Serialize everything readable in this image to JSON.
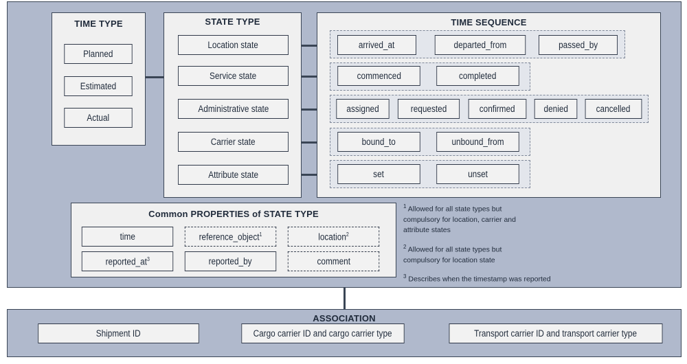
{
  "time_type": {
    "title": "TIME TYPE",
    "items": [
      "Planned",
      "Estimated",
      "Actual"
    ]
  },
  "state_type": {
    "title": "STATE TYPE",
    "items": [
      "Location state",
      "Service state",
      "Administrative state",
      "Carrier state",
      "Attribute state"
    ]
  },
  "time_sequence": {
    "title": "TIME SEQUENCE",
    "location": [
      "arrived_at",
      "departed_from",
      "passed_by"
    ],
    "service": [
      "commenced",
      "completed"
    ],
    "administrative": [
      "assigned",
      "requested",
      "confirmed",
      "denied",
      "cancelled"
    ],
    "carrier": [
      "bound_to",
      "unbound_from"
    ],
    "attribute": [
      "set",
      "unset"
    ]
  },
  "common_properties": {
    "title": "Common PROPERTIES of STATE TYPE",
    "time": "time",
    "reference_object": "reference_object",
    "reference_object_sup": "1",
    "location": "location",
    "location_sup": "2",
    "reported_at": "reported_at",
    "reported_at_sup": "3",
    "reported_by": "reported_by",
    "comment": "comment"
  },
  "notes": {
    "note1_sup": "1",
    "note1": "Allowed for all state types but compulsory for location, carrier and attribute states",
    "note2_sup": "2",
    "note2": "Allowed for all state types but compulsory for location state",
    "note3_sup": "3",
    "note3": "Describes when the timestamp was reported"
  },
  "association": {
    "title": "ASSOCIATION",
    "items": [
      "Shipment ID",
      "Cargo carrier ID and cargo carrier type",
      "Transport carrier ID and transport carrier type"
    ]
  },
  "colors": {
    "outer_panel": "#b0b9cc",
    "box_fill": "#f2f2f2",
    "border": "#2f3848"
  }
}
